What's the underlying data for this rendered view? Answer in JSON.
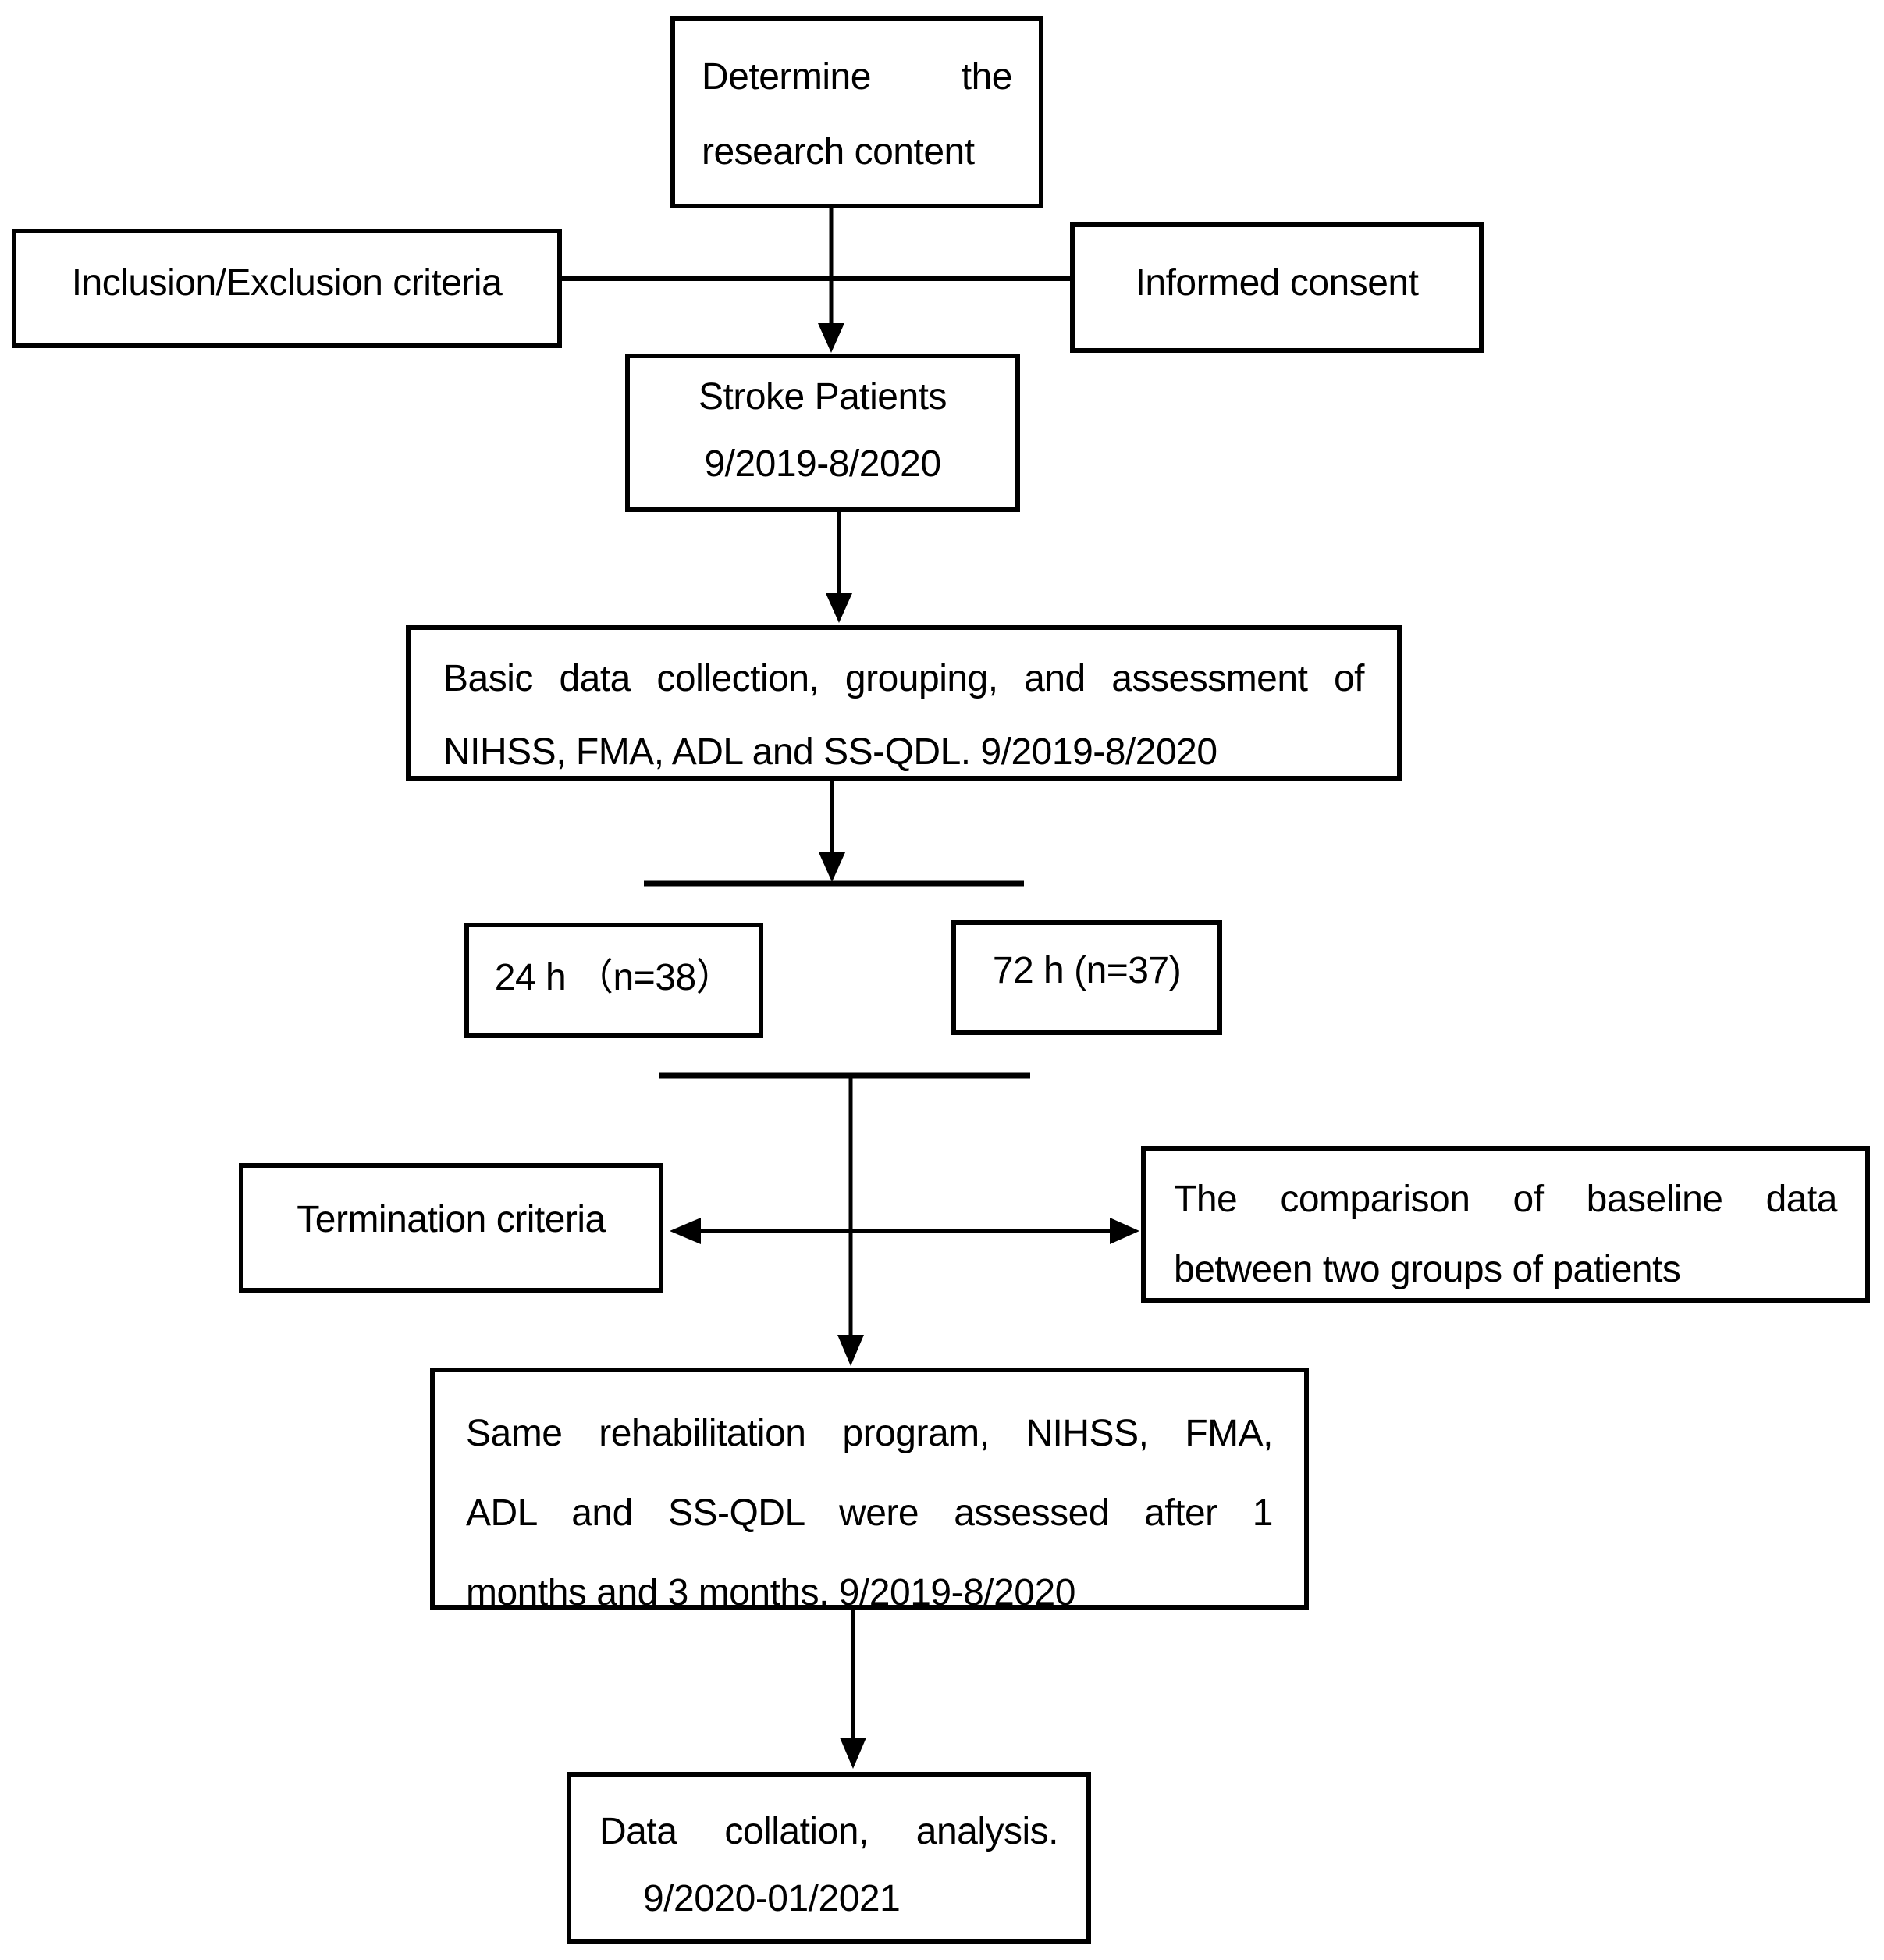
{
  "page": {
    "background_color": "#ffffff",
    "ink_color": "#000000",
    "diagram_type": "study flowchart"
  },
  "nodes": {
    "determine": {
      "lines": [
        "Determine the",
        "research content"
      ]
    },
    "inclusion": {
      "label": "Inclusion/Exclusion criteria"
    },
    "informed": {
      "label": "Informed consent"
    },
    "stroke": {
      "lines": [
        "Stroke Patients",
        "9/2019-8/2020"
      ]
    },
    "basic": {
      "lines": [
        "Basic data collection, grouping, and assessment of",
        "NIHSS, FMA, ADL and SS-QDL. 9/2019-8/2020"
      ]
    },
    "group24": {
      "label": "24 h （n=38）"
    },
    "group72": {
      "label": "72 h (n=37)"
    },
    "termination": {
      "label": "Termination criteria"
    },
    "comparison": {
      "lines": [
        "The comparison of baseline data",
        "between two groups of patients"
      ]
    },
    "rehab": {
      "lines": [
        "Same rehabilitation program, NIHSS, FMA,",
        "ADL and SS-QDL were assessed after 1",
        "months and 3 months. 9/2019-8/2020"
      ]
    },
    "collation": {
      "lines": [
        "Data collation, analysis.",
        "9/2020-01/2021"
      ]
    }
  },
  "edges": [
    {
      "from": "determine",
      "to": "stroke",
      "style": "arrow-down"
    },
    {
      "from": "inclusion",
      "to": "informed",
      "style": "plain-line-crossing-main-arrow"
    },
    {
      "from": "stroke",
      "to": "basic",
      "style": "arrow-down"
    },
    {
      "from": "basic",
      "to": "split-bar",
      "style": "arrow-down"
    },
    {
      "from": "split-bar",
      "to": "group24 / group72",
      "style": "branch"
    },
    {
      "from": "merge-bar",
      "to": "rehab",
      "style": "arrow-down"
    },
    {
      "from": "merge-line",
      "to": "termination",
      "style": "arrow-left"
    },
    {
      "from": "merge-line",
      "to": "comparison",
      "style": "arrow-right"
    },
    {
      "from": "rehab",
      "to": "collation",
      "style": "arrow-down"
    }
  ]
}
